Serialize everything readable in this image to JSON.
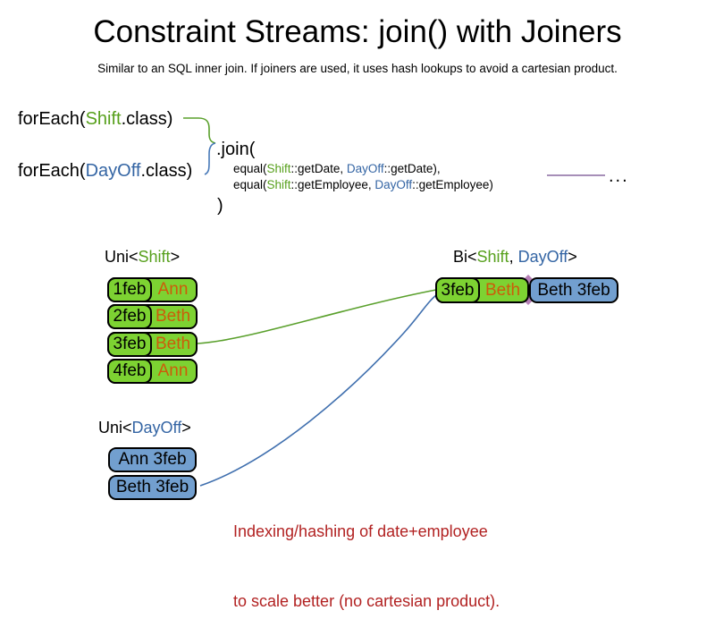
{
  "title": "Constraint Streams: join() with Joiners",
  "subtitle": "Similar to an SQL inner join. If joiners are used, it uses hash lookups to avoid a cartesian product.",
  "code": {
    "foreach_shift": {
      "pre": "forEach(",
      "cls": "Shift",
      "post": ".class)"
    },
    "foreach_dayoff": {
      "pre": "forEach(",
      "cls": "DayOff",
      "post": ".class)"
    },
    "join_open": ".join(",
    "joiners": [
      {
        "pre": "equal(",
        "left_cls": "Shift",
        "mid": "::getDate, ",
        "right_cls": "DayOff",
        "post": "::getDate),"
      },
      {
        "pre": "equal(",
        "left_cls": "Shift",
        "mid": "::getEmployee, ",
        "right_cls": "DayOff",
        "post": "::getEmployee)"
      }
    ],
    "join_close": ")",
    "ellipsis": "..."
  },
  "uni_shift": {
    "label": {
      "pre": "Uni<",
      "type": "Shift",
      "post": ">"
    },
    "rows": [
      {
        "date": "1feb",
        "employee": "Ann"
      },
      {
        "date": "2feb",
        "employee": "Beth"
      },
      {
        "date": "3feb",
        "employee": "Beth"
      },
      {
        "date": "4feb",
        "employee": "Ann"
      }
    ]
  },
  "uni_dayoff": {
    "label": {
      "pre": "Uni<",
      "type": "DayOff",
      "post": ">"
    },
    "rows": [
      {
        "text": "Ann 3feb"
      },
      {
        "text": "Beth 3feb"
      }
    ]
  },
  "bi": {
    "label": {
      "pre": "Bi<",
      "type1": "Shift",
      "sep": ", ",
      "type2": "DayOff",
      "post": ">"
    },
    "row": {
      "date": "3feb",
      "employee": "Beth",
      "dayoff": "Beth 3feb"
    }
  },
  "note": {
    "line1": "Indexing/hashing of date+employee",
    "line2": "to scale better (no cartesian product)."
  },
  "colors": {
    "shift_text_green": "#57a01c",
    "dayoff_text_blue": "#3465a4",
    "shift_fill_green": "#7dd232",
    "dayoff_fill_blue": "#729fcf",
    "employee_orange": "#cc5c0a",
    "note_red": "#b22222",
    "connector_green": "#5aa02c",
    "connector_blue": "#3f6fae",
    "joiner_line_purple": "#8a6aa0"
  }
}
